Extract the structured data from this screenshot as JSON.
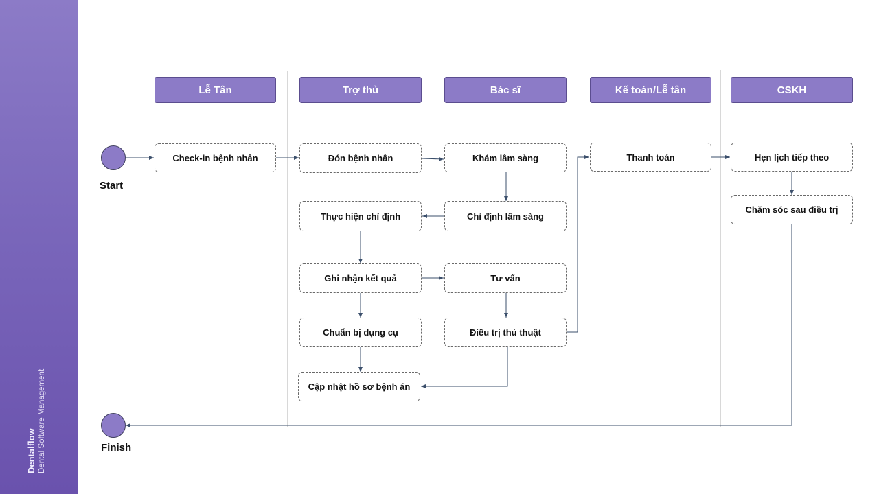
{
  "brand": {
    "name": "Dentalflow",
    "subtitle": "Dental Software Management"
  },
  "lanes": [
    "Lễ Tân",
    "Trợ thủ",
    "Bác sĩ",
    "Kế toán/Lễ tân",
    "CSKH"
  ],
  "start_label": "Start",
  "finish_label": "Finish",
  "nodes": {
    "checkin": "Check-in bệnh nhân",
    "don": "Đón bệnh nhân",
    "kham": "Khám lâm sàng",
    "thanhtoan": "Thanh toán",
    "henlich": "Hẹn lịch tiếp theo",
    "thuchien": "Thực hiện chỉ định",
    "chidinh": "Chỉ định lâm sàng",
    "chamsoc": "Chăm sóc sau điều trị",
    "ghinhan": "Ghi nhận kết quả",
    "tuvan": "Tư vấn",
    "chuanbi": "Chuẩn bị dụng cụ",
    "dieutri": "Điều trị thủ thuật",
    "capnhat": "Cập nhật hồ sơ bệnh án"
  },
  "colors": {
    "lane_header": "#8c7bc7",
    "arrow": "#3b4f6b",
    "sidebar": "#7a67bb"
  }
}
